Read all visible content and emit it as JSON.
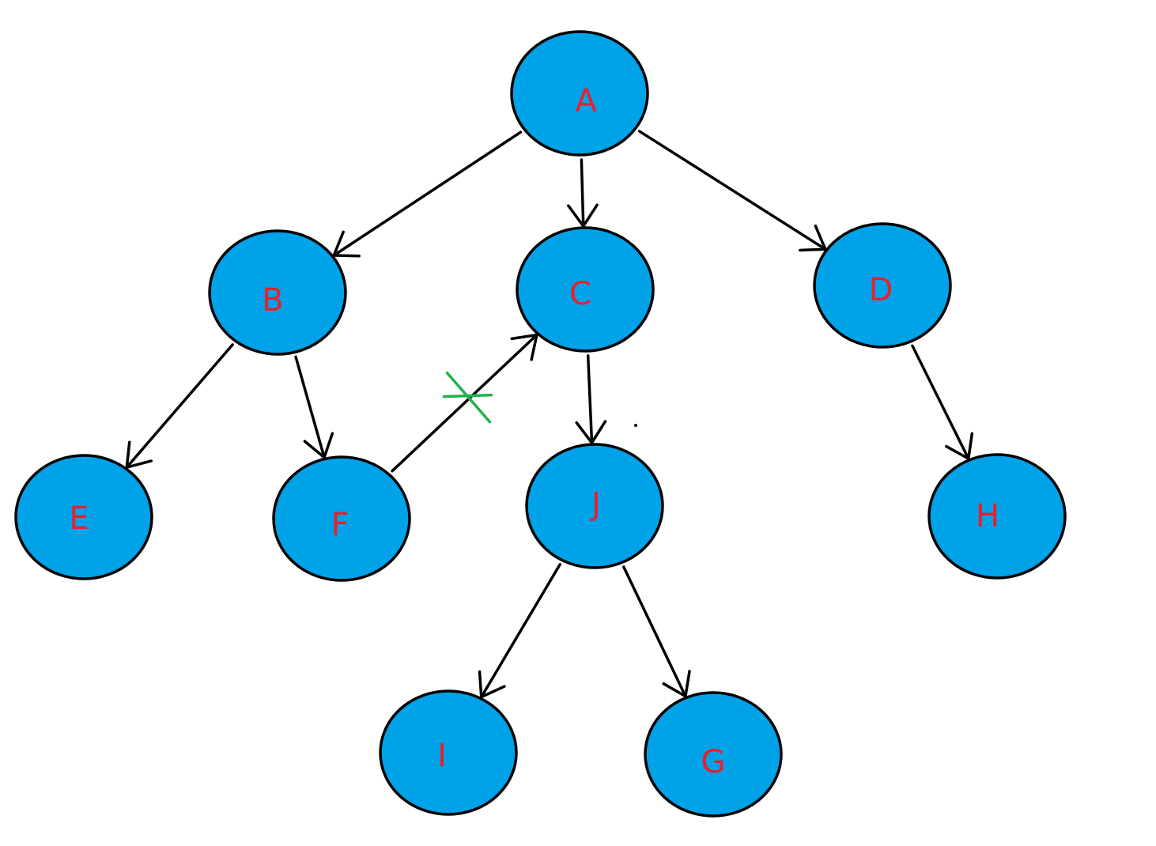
{
  "colors": {
    "node_fill": "#00a2e8",
    "node_stroke": "#000000",
    "label": "#e8202a",
    "edge": "#000000",
    "crossed_edge": "#e8202a",
    "cross_mark": "#22b14c"
  },
  "nodes": [
    {
      "id": "A",
      "label": "A"
    },
    {
      "id": "B",
      "label": "B"
    },
    {
      "id": "C",
      "label": "C"
    },
    {
      "id": "D",
      "label": "D"
    },
    {
      "id": "E",
      "label": "E"
    },
    {
      "id": "F",
      "label": "F"
    },
    {
      "id": "J",
      "label": "J"
    },
    {
      "id": "H",
      "label": "H"
    },
    {
      "id": "I",
      "label": "I"
    },
    {
      "id": "G",
      "label": "G"
    }
  ],
  "edges": [
    {
      "from": "A",
      "to": "B"
    },
    {
      "from": "A",
      "to": "C"
    },
    {
      "from": "A",
      "to": "D"
    },
    {
      "from": "B",
      "to": "E"
    },
    {
      "from": "B",
      "to": "F"
    },
    {
      "from": "C",
      "to": "J"
    },
    {
      "from": "D",
      "to": "H"
    },
    {
      "from": "J",
      "to": "I"
    },
    {
      "from": "J",
      "to": "G"
    }
  ],
  "crossed_edges": [
    {
      "from": "F",
      "to": "C",
      "crossed_out": true
    }
  ]
}
